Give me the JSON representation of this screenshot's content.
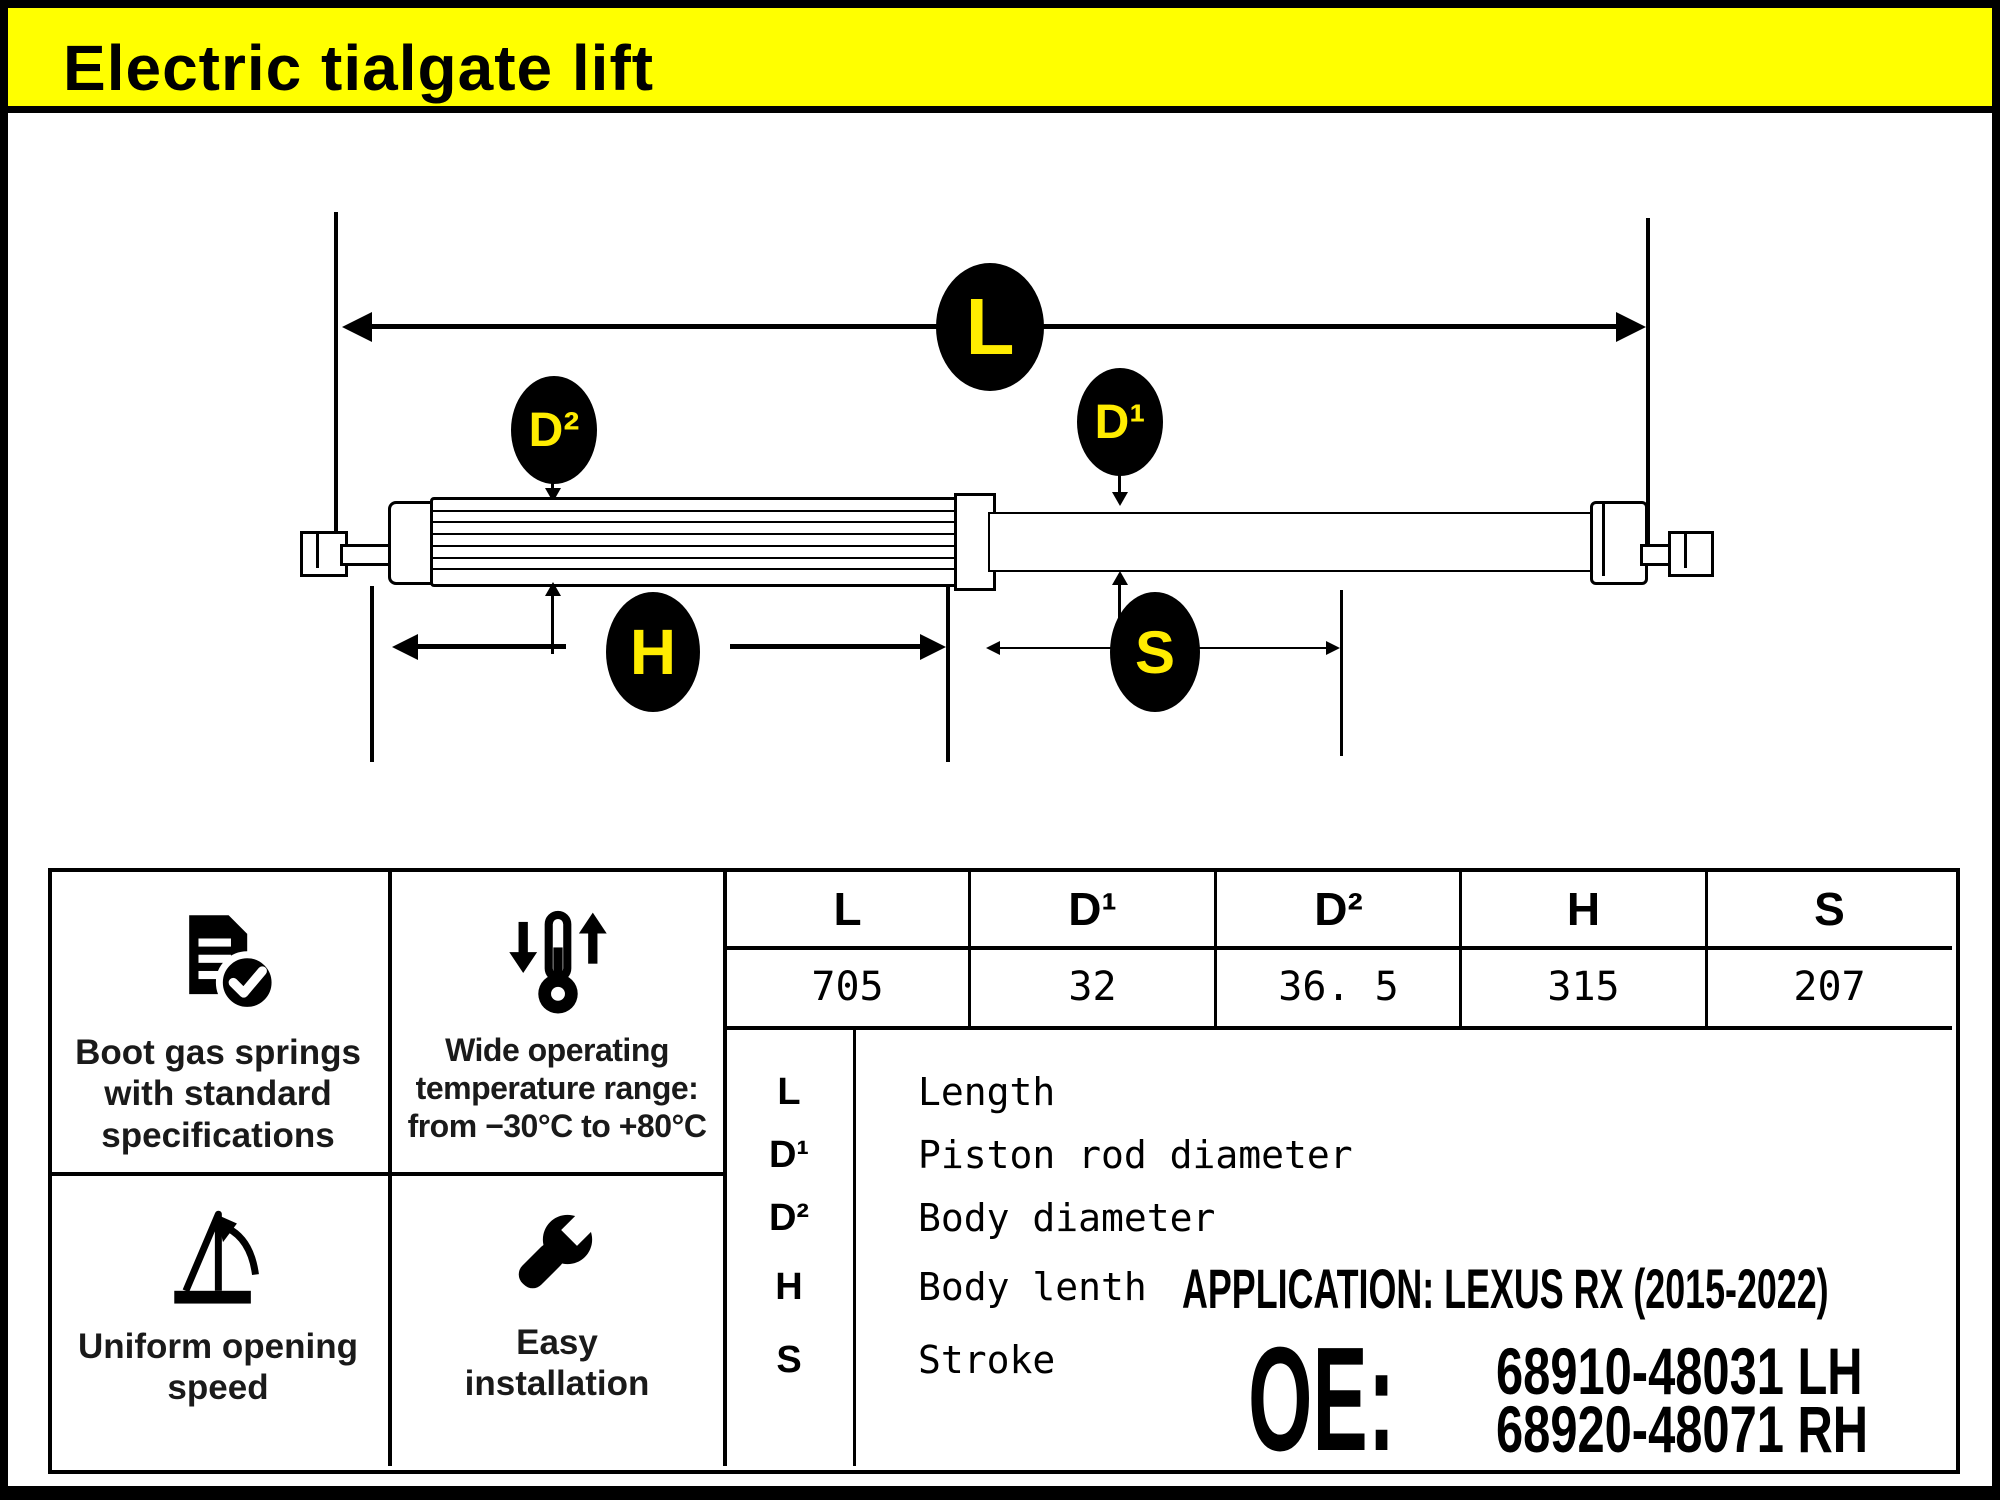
{
  "title": "Electric tialgate lift",
  "colors": {
    "banner_yellow": "#ffff00",
    "label_yellow": "#ffec00",
    "ink": "#000000"
  },
  "diagram": {
    "labels": {
      "length": "L",
      "rod_diameter": "D¹",
      "body_diameter": "D²",
      "body_length": "H",
      "stroke": "S"
    }
  },
  "features": [
    {
      "icon": "document-check-icon",
      "label": "Boot gas springs\nwith standard\nspecifications"
    },
    {
      "icon": "thermometer-range-icon",
      "label": "Wide operating\ntemperature range:\nfrom −30°C to +80°C"
    },
    {
      "icon": "tailgate-opening-icon",
      "label": "Uniform opening\nspeed"
    },
    {
      "icon": "wrench-icon",
      "label": "Easy\ninstallation"
    }
  ],
  "spec_table": {
    "headers": [
      "L",
      "D¹",
      "D²",
      "H",
      "S"
    ],
    "values": [
      "705",
      "32",
      "36. 5",
      "315",
      "207"
    ]
  },
  "legend": {
    "rows": [
      {
        "key": "L",
        "desc": "Length"
      },
      {
        "key": "D¹",
        "desc": "Piston rod diameter"
      },
      {
        "key": "D²",
        "desc": "Body diameter"
      },
      {
        "key": "H",
        "desc": "Body lenth"
      },
      {
        "key": "S",
        "desc": "Stroke"
      }
    ]
  },
  "application": "APPLICATION: LEXUS RX (2015-2022)",
  "oe": {
    "label": "OE:",
    "numbers": [
      "68910-48031 LH",
      "68920-48071 RH"
    ]
  }
}
